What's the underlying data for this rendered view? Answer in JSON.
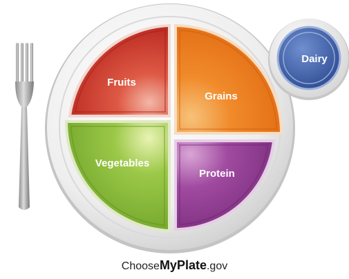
{
  "sections": {
    "fruits": {
      "label": "Fruits",
      "color": "#c8302a"
    },
    "grains": {
      "label": "Grains",
      "color": "#ee7a1d"
    },
    "vegetables": {
      "label": "Vegetables",
      "color": "#86b83a"
    },
    "protein": {
      "label": "Protein",
      "color": "#8e3b8e"
    }
  },
  "dairy": {
    "label": "Dairy",
    "color": "#3e5ea6"
  },
  "footer": {
    "prefix": "Choose",
    "brand": "MyPlate",
    "suffix": ".gov"
  }
}
